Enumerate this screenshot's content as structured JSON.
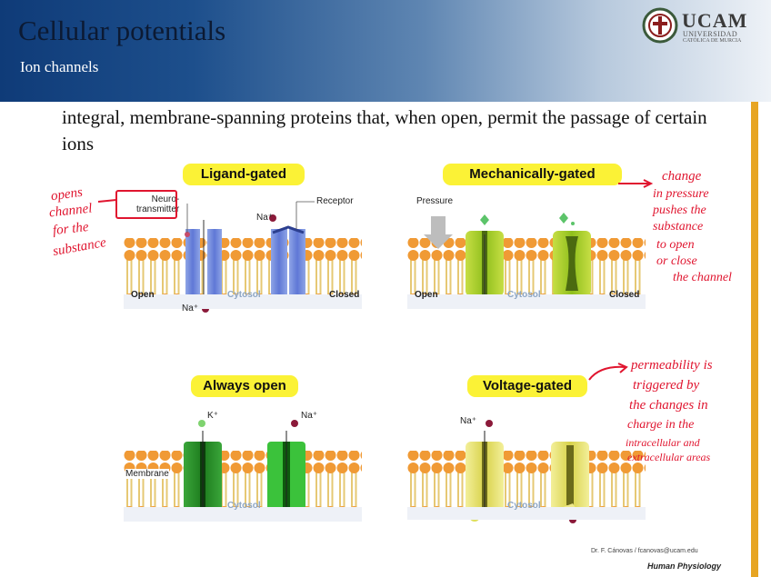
{
  "header": {
    "title": "Cellular potentials",
    "subtitle": "Ion channels"
  },
  "logo": {
    "name": "UCAM",
    "line1": "UNIVERSIDAD",
    "line2": "CATÓLICA DE MURCIA"
  },
  "body_text": "integral, membrane-spanning proteins that, when open, permit the passage of certain ions",
  "panels": {
    "ligand": {
      "title": "Ligand-gated",
      "neuro_label": "Neuro-\ntransmitter",
      "receptor": "Receptor",
      "na_top": "Na⁺",
      "na_bottom": "Na⁺",
      "open": "Open",
      "cytosol": "Cytosol",
      "closed": "Closed"
    },
    "mech": {
      "title": "Mechanically-gated",
      "pressure": "Pressure",
      "open": "Open",
      "cytosol": "Cytosol",
      "closed": "Closed"
    },
    "always": {
      "title": "Always open",
      "k": "K⁺",
      "na": "Na⁺",
      "membrane": "Membrane",
      "cytosol": "Cytosol"
    },
    "voltage": {
      "title": "Voltage-gated",
      "na": "Na⁺",
      "cytosol": "Cytosol"
    }
  },
  "annotations": {
    "ligand_note": [
      "opens",
      "channel",
      "for the",
      "substance"
    ],
    "mech_note": [
      "change",
      "in pressure",
      "pushes the",
      "substance",
      "to open",
      "or close",
      "the channel"
    ],
    "voltage_note": [
      "permeability is",
      "triggered by",
      "the changes in",
      "charge in the",
      "intracellular and",
      "extracellular areas"
    ]
  },
  "footer": {
    "author": "Dr. F. Cánovas / fcanovas@ucam.edu",
    "course": "Human Physiology"
  },
  "colors": {
    "header_dark": "#0f3b78",
    "gold": "#e7a523",
    "highlight": "#fbf236",
    "ink": "#e0152f",
    "lipid_head": "#f0a13c",
    "lipid_tail": "#e8cf80"
  }
}
